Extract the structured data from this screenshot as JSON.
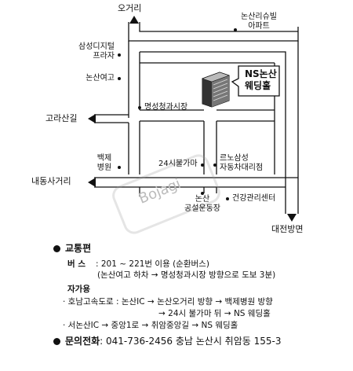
{
  "map": {
    "labels": {
      "ogeori": "오거리",
      "nonsan_apt": "논산리슈빌\n아파트",
      "samsung_plaza": "삼성디지털\n프라자",
      "nonsan_girls_hs": "논산여고",
      "myeongseong_market": "명성청과시장",
      "destination": "NS논산\n웨딩홀",
      "gorasan_gil": "고라산길",
      "baekje_hospital": "백제\n병원",
      "mart_24": "24시불가마",
      "renault_samsung": "르노삼성\n자동차대리점",
      "naedongsa_geori": "내동사거리",
      "nonsan_stadium": "논산\n공설운동장",
      "health_center": "건강관리센터",
      "daejeon_direction": "대전방면"
    },
    "watermark": "Bojagi"
  },
  "info": {
    "transport_title": "교통편",
    "bus_label": "버 스",
    "bus_line1": ": 201 ~ 221번 이용 (순환버스)",
    "bus_line2": "(논산여고 하차 → 명성청과시장 방향으로 도보 3분)",
    "car_label": "자가용",
    "car_route1_a": "· 호남고속도로 : 논산IC → 논산오거리 방향 → 백제병원 방향",
    "car_route1_b": "→ 24시 불가마 뒤 → NS 웨딩홀",
    "car_route2": "· 서논산IC → 중앙1로 → 취암중앙길 → NS 웨딩홀",
    "contact_label": "문의전화",
    "contact_value": ": 041-736-2456 충남 논산시 취암동 155-3"
  }
}
